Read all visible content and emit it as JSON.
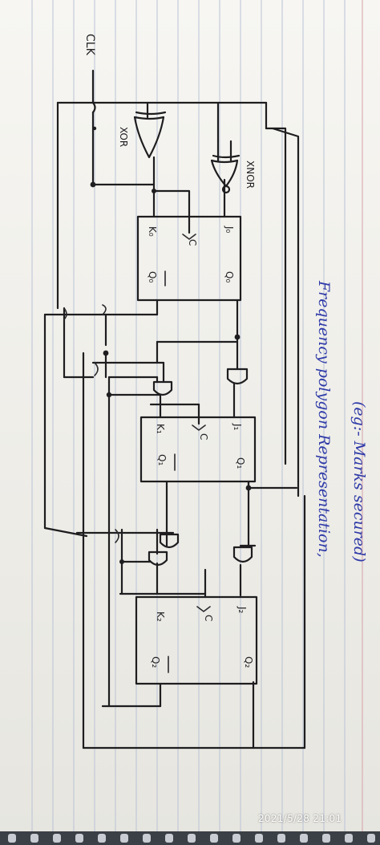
{
  "diagram": {
    "labels": {
      "clk": "CLK",
      "xor": "XOR",
      "xnor": "XNOR",
      "ff0": {
        "j": "J₀",
        "k": "K₀",
        "c": "C",
        "q": "Q₀",
        "qbar": "Q₀"
      },
      "ff1": {
        "j": "J₁",
        "k": "K₁",
        "c": "C",
        "q": "Q₁",
        "qbar": "Q₁"
      },
      "ff2": {
        "j": "J₂",
        "k": "K₂",
        "c": "C",
        "q": "Q₂",
        "qbar": "Q₂"
      }
    },
    "margin_notes": [
      "(eg:- Marks secured)",
      "Frequency polygon Representation,"
    ]
  },
  "timestamp": "2021/5/28 21:01",
  "colors": {
    "ink": "#1e1d1f",
    "blue_ink": "#2f3aa8",
    "paper": "#f3f2ee"
  }
}
